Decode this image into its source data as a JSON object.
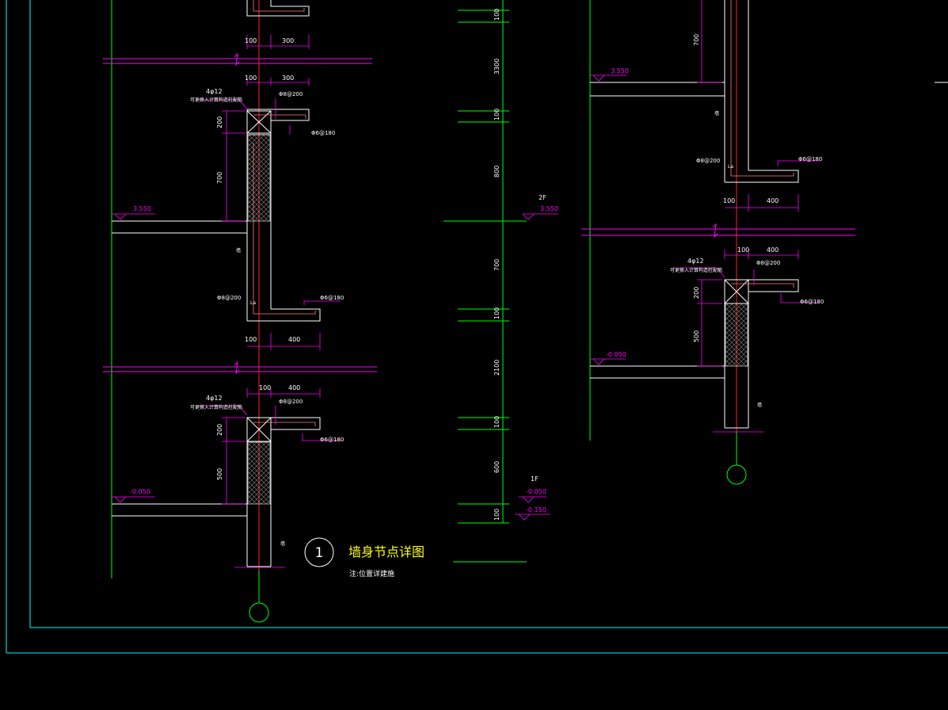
{
  "dims": {
    "d100": "100",
    "d300": "300",
    "d400": "400",
    "d200": "200",
    "d700": "700",
    "d500": "500",
    "d3300": "3300",
    "d800": "800",
    "d2100": "2100",
    "d600": "600"
  },
  "rebar": {
    "r4phi12": "4φ12",
    "anchor_note": "可更换入计算构造柱配筋",
    "phi8_200": "Φ8@200",
    "phi6_180": "Φ6@180",
    "la": "La"
  },
  "levels": {
    "l3550": "3.550",
    "l_n050": "-0.050",
    "l_n150": "-0.150",
    "f2": "2F",
    "f1": "1F"
  },
  "wall_mark": "墙",
  "title": {
    "number": "1",
    "main": "墙身节点详图",
    "note": "注:位置详建施"
  },
  "colors": {
    "green": "#00ff00",
    "magenta": "#ff00ff",
    "white": "#ffffff",
    "red": "#ff2020",
    "cyan": "#00ffff",
    "yellow": "#ffff00",
    "orange": "#ff7f7f"
  }
}
